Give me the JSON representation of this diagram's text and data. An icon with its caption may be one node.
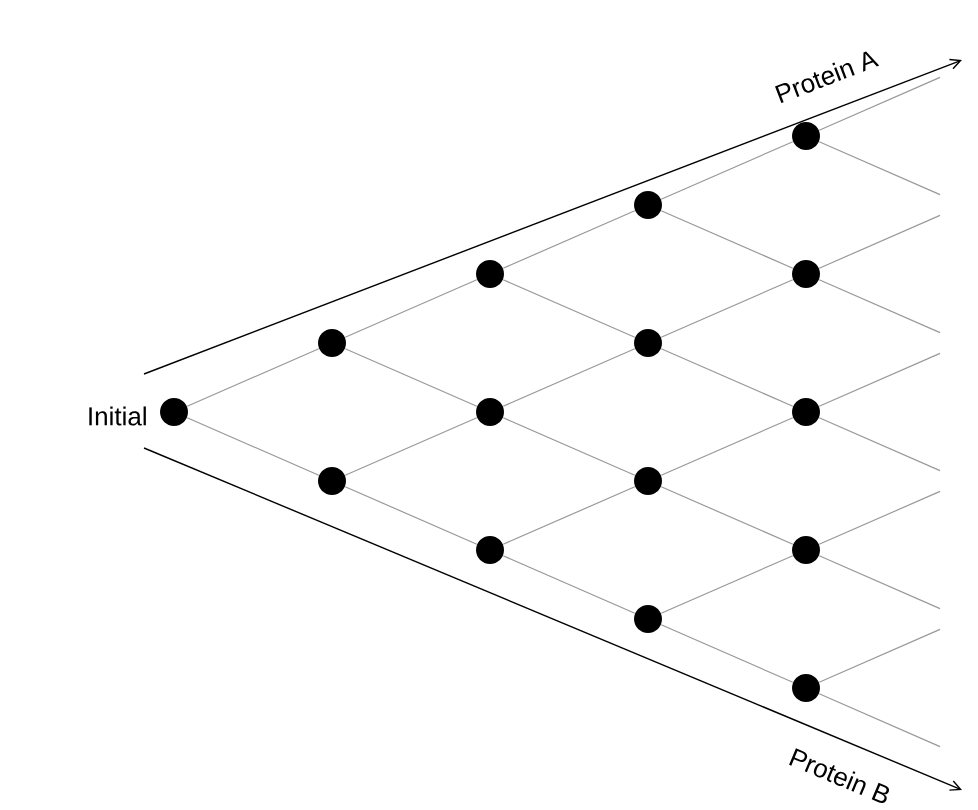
{
  "diagram": {
    "nodes": [
      {
        "text": [],
        "shape": "circle",
        "beside": [
          "Initial"
        ]
      },
      {
        "text": [],
        "shape": "circle"
      },
      {
        "text": [],
        "shape": "circle"
      },
      {
        "text": [],
        "shape": "circle"
      },
      {
        "text": [],
        "shape": "circle"
      },
      {
        "text": [],
        "shape": "circle"
      },
      {
        "text": [],
        "shape": "circle"
      },
      {
        "text": [],
        "shape": "circle"
      },
      {
        "text": [],
        "shape": "circle"
      },
      {
        "text": [],
        "shape": "circle"
      },
      {
        "text": [],
        "shape": "circle"
      },
      {
        "text": [],
        "shape": "circle"
      },
      {
        "text": [],
        "shape": "circle"
      },
      {
        "text": [],
        "shape": "circle"
      },
      {
        "text": [],
        "shape": "circle"
      }
    ],
    "edges": [
      {
        "from": 0,
        "to": 1,
        "arrow": "none"
      },
      {
        "from": 0,
        "to": 2,
        "arrow": "none"
      },
      {
        "from": 1,
        "to": 3,
        "arrow": "none"
      },
      {
        "from": 1,
        "to": 4,
        "arrow": "none"
      },
      {
        "from": 2,
        "to": 4,
        "arrow": "none"
      },
      {
        "from": 2,
        "to": 5,
        "arrow": "none"
      },
      {
        "from": 3,
        "to": 6,
        "arrow": "none"
      },
      {
        "from": 3,
        "to": 7,
        "arrow": "none"
      },
      {
        "from": 4,
        "to": 7,
        "arrow": "none"
      },
      {
        "from": 4,
        "to": 8,
        "arrow": "none"
      },
      {
        "from": 5,
        "to": 8,
        "arrow": "none"
      },
      {
        "from": 5,
        "to": 9,
        "arrow": "none"
      },
      {
        "from": 6,
        "to": 10,
        "arrow": "none"
      },
      {
        "from": 6,
        "to": 11,
        "arrow": "none"
      },
      {
        "from": 7,
        "to": 11,
        "arrow": "none"
      },
      {
        "from": 7,
        "to": 12,
        "arrow": "none"
      },
      {
        "from": 8,
        "to": 12,
        "arrow": "none"
      },
      {
        "from": 8,
        "to": 13,
        "arrow": "none"
      },
      {
        "from": 9,
        "to": 13,
        "arrow": "none"
      },
      {
        "from": 9,
        "to": 14,
        "arrow": "none"
      },
      {
        "from": 10,
        "to": null,
        "arrow": "none"
      },
      {
        "from": 10,
        "to": null,
        "arrow": "none"
      },
      {
        "from": 11,
        "to": null,
        "arrow": "none"
      },
      {
        "from": 11,
        "to": null,
        "arrow": "none"
      },
      {
        "from": 12,
        "to": null,
        "arrow": "none"
      },
      {
        "from": 12,
        "to": null,
        "arrow": "none"
      },
      {
        "from": 13,
        "to": null,
        "arrow": "none"
      },
      {
        "from": 13,
        "to": null,
        "arrow": "none"
      },
      {
        "from": 14,
        "to": null,
        "arrow": "none"
      },
      {
        "from": 14,
        "to": null,
        "arrow": "none"
      }
    ],
    "labels": [
      "Protein A",
      "Protein B"
    ]
  }
}
